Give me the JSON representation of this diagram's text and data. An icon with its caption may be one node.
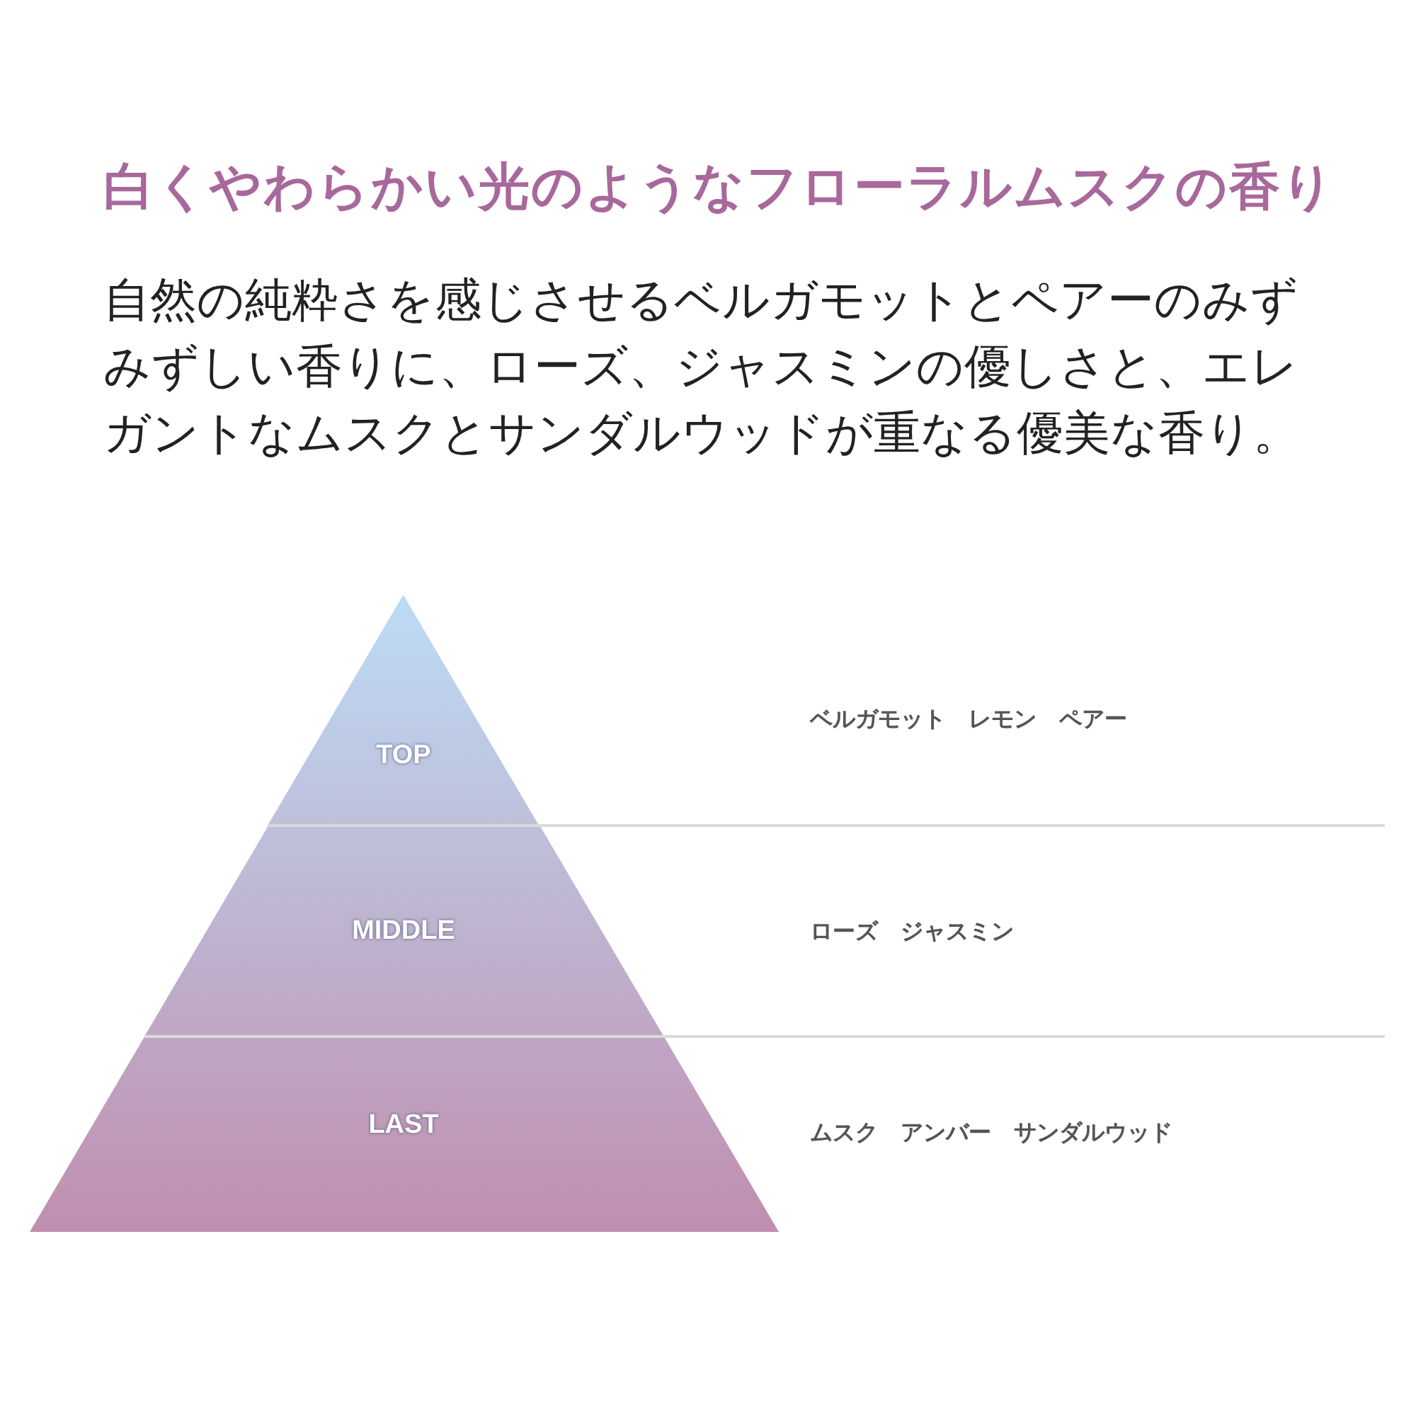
{
  "diagram": {
    "title": "白くやわらかい光のようなフローラルムスクの香り",
    "nodes": [
      {
        "text": [
          "TOP"
        ]
      },
      {
        "text": [
          "MIDDLE"
        ]
      },
      {
        "text": [
          "LAST"
        ]
      }
    ],
    "labels": [
      "自然の純粋さを感じさせるベルガモットとペアーのみずみずしい香りに、ローズ、ジャスミンの優しさと、エレガントなムスクとサンダルウッドが重なる優美な香り。",
      "ベルガモット　レモン　ペアー",
      "ローズ　ジャスミン",
      "ムスク　アンバー　サンダルウッド"
    ]
  }
}
